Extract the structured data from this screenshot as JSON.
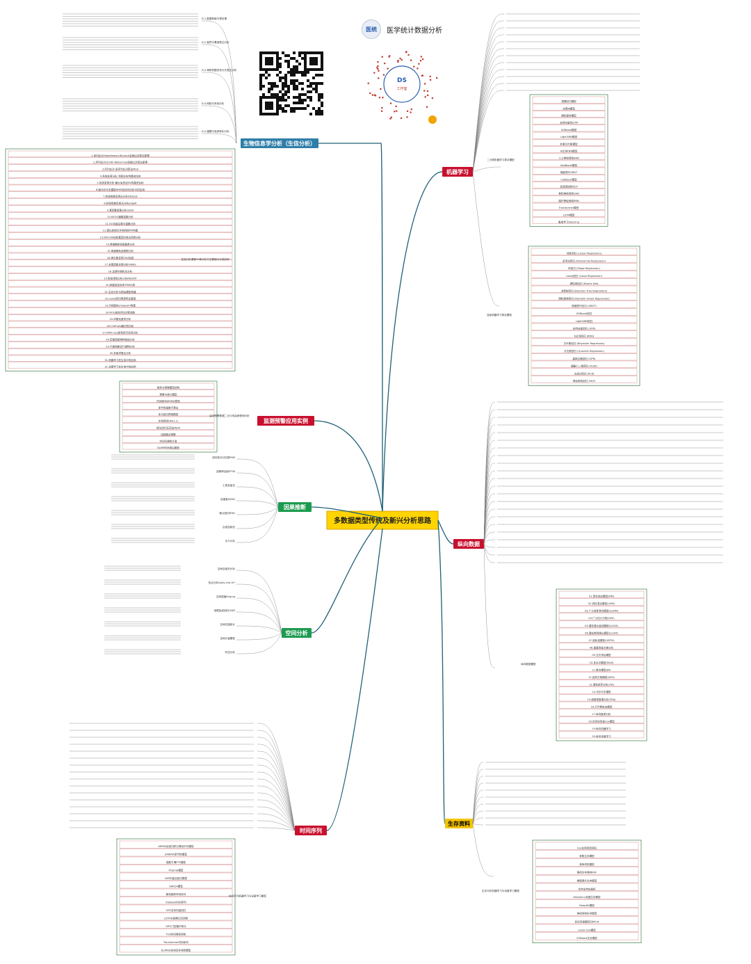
{
  "header": {
    "logo_text": "医统",
    "title": "医学统计数据分析"
  },
  "center": {
    "label": "多数据类型传统及新兴分析思路"
  },
  "branches": [
    {
      "id": "bio",
      "label": "生物信息学分析（生信分析）",
      "color": "#2e7ea8",
      "text_color": "#ffffff"
    },
    {
      "id": "ml",
      "label": "机器学习",
      "color": "#c8102e",
      "text_color": "#ffffff"
    },
    {
      "id": "monitor",
      "label": "监测预警应用实例",
      "color": "#c8102e",
      "text_color": "#ffffff"
    },
    {
      "id": "causal",
      "label": "因果推断",
      "color": "#1c9b4f",
      "text_color": "#ffffff"
    },
    {
      "id": "spatial",
      "label": "空间分析",
      "color": "#1c9b4f",
      "text_color": "#ffffff"
    },
    {
      "id": "timeseries",
      "label": "时间序列",
      "color": "#c8102e",
      "text_color": "#ffffff"
    },
    {
      "id": "longitudinal",
      "label": "纵向数据",
      "color": "#c8102e",
      "text_color": "#ffffff"
    },
    {
      "id": "survival",
      "label": "生存资料",
      "color": "#f5c400",
      "text_color": "#000000"
    }
  ],
  "bio_groups": [
    {
      "label": "D.1.数据获取与预处理"
    },
    {
      "label": "D.2.差异与基因表达分析"
    },
    {
      "label": "D.3.单核苷酸多态与共表达分析"
    },
    {
      "label": "D.4.网络与系统分析"
    },
    {
      "label": "D.5.建模与临床转化分析"
    }
  ],
  "bio_box": {
    "title": "生信分析课程32种分析方法基础与示范实例",
    "items": [
      "1.序列比对:Needleman-Wunsch全局比对算法原理",
      "2.序列比对:Smith-Waterman局部比对算法原理",
      "3.序列比对:多序列比对算法MSA",
      "4.系统发育分析:邻接法NJ构建进化树",
      "5.系统发育分析:最大似然法ML构建进化树",
      "6.隐马尔可夫模型HMM在序列分析中的应用",
      "7.转录组差异表达分析DESeq2",
      "8.转录组差异表达分析edgeR",
      "9.基因集富集分析GSEA",
      "10.KEGG通路富集分析",
      "11.GO功能注释与富集分析",
      "12.蛋白质相互作用网络PPI构建",
      "13.WGCNA加权基因共表达网络分析",
      "14.单细胞转录组聚类分析",
      "15.单细胞轨迹推断分析",
      "16.拷贝数变异CNV检测",
      "17.全基因组关联分析GWAS",
      "18.孟德尔随机化分析",
      "19.免疫浸润分析CIBERSORT",
      "20.肿瘤突变负荷TMB计算",
      "21.生存分析与预后模型构建",
      "22.Lasso回归筛选特征基因",
      "23.列线图Nomogram构建",
      "24.ROC曲线评估诊断效能",
      "25.甲基化差异分析",
      "26.ChIP-seq峰识别分析",
      "27.ATAC-seq染色质可及性分析",
      "28.宏基因组物种组成分析",
      "29.代谢组差异代谢物分析",
      "30.多组学整合分析",
      "31.机器学习在生信中的应用",
      "32.深度学习在生信中的应用"
    ]
  },
  "monitor_box": {
    "title": "监测预警数据二元与传染病预测分析",
    "items": [
      "报告与预警模型结构",
      "预警与统计模型",
      "时间序列ARIMA预测",
      "季节性指数平滑法",
      "多元回归预测模型",
      "灰色预测GM(1,1)",
      "移动流行区间法MEM",
      "控制图法预警",
      "空间扫描统计量",
      "DLNM时间滞后模型"
    ]
  },
  "ml_box1": {
    "title": "二分类机器学习算法模型",
    "items": [
      "逻辑回归模型",
      "决策树模型",
      "随机森林模型",
      "支持向量机SVM",
      "XGBoost模型",
      "LightGBM模型",
      "朴素贝叶斯模型",
      "K近邻KNN模型",
      "人工神经网络ANN",
      "AdaBoost模型",
      "梯度提升GBDT",
      "CatBoost模型",
      "多层感知机MLP",
      "卷积神经网络CNN",
      "循环神经网络RNN",
      "Transformer模型",
      "LSTM模型",
      "集成学习Stacking"
    ]
  },
  "ml_box2": {
    "title": "连续机器学习算法模型",
    "items": [
      "线性回归 (Linear Regression)",
      "多项式回归 (Polynomial Regression)",
      "岭回归 (Ridge Regression)",
      "Lasso回归 (Lasso Regression)",
      "弹性网回归 (Elastic Net)",
      "决策树回归 (Decision Tree Regression)",
      "随机森林回归 (Random Forest Regression)",
      "梯度提升回归 (GBDT)",
      "XGBoost回归",
      "LightGBM回归",
      "支持向量回归 (SVR)",
      "K近邻回归 (KNN)",
      "贝叶斯回归 (Bayesian Regression)",
      "分位数回归 (Quantile Regression)",
      "高斯过程回归 (GPR)",
      "偏最小二乘回归 (PLSR)",
      "主成分回归 (PCR)",
      "神经网络回归 (MLP)"
    ]
  },
  "long_box": {
    "title": "纵向数据模型",
    "items": [
      "01.混合效应模型(MM)",
      "02.线性混合模型(LMM)",
      "03.广义线性混合模型(GLMM)",
      "04.广义估计方程(GEE)",
      "05.潜在增长曲线模型(LGCM)",
      "06.潜在类别增长模型(LCGM)",
      "07.组轨迹模型(GBTM)",
      "08.重复测量方差分析",
      "09.交叉滞后模型",
      "10.多水平模型(MLM)",
      "11.联合模型(JM)",
      "12.结构方程模型(SEM)",
      "13.潜在转变分析(LTA)",
      "14.马尔可夫模型",
      "15.函数型数据分析(FDA)",
      "16.贝叶斯纵向模型",
      "17.纵向聚类分析",
      "18.时变协变量Cox模型",
      "19.纵向机器学习",
      "20.纵向深度学习"
    ]
  },
  "ts_box": {
    "title": "时间序列机器学习与深度学习模型",
    "items": [
      "ARIMA自回归积分滑动平均模型",
      "SARIMA季节性模型",
      "指数平滑ETS模型",
      "Prophet模型",
      "VAR向量自回归模型",
      "GARCH模型",
      "随机森林时间序列",
      "XGBoost时间序列",
      "SVR支持向量回归",
      "LSTM长短期记忆网络",
      "GRU门控循环单元",
      "TCN时间卷积网络",
      "Transformer时间序列",
      "DLNM分布滞后非线性模型"
    ]
  },
  "surv_box": {
    "title": "生存分析机器学习与深度学习模型",
    "items": [
      "Cox比例风险回归",
      "参数生存模型",
      "竞争风险模型",
      "随机生存森林RSF",
      "梯度提升生存模型",
      "生存支持向量机",
      "DeepSurv深度生存模型",
      "DeepHit模型",
      "神经网络生存模型",
      "多任务逻辑回归MTLR",
      "Lasso-Cox模型",
      "XGBoost生存模型"
    ]
  },
  "spatial_items": [
    "空间自相关分析",
    "热点分析Getis-Ord Gi*",
    "空间插值Kriging",
    "地理加权回归GWR",
    "空间扫描统计",
    "空间计量模型",
    "时空分析"
  ],
  "causal_items": [
    "倾向性评分匹配PSM",
    "逆概率加权IPTW",
    "工具变量法",
    "双重差分DID",
    "断点回归RDD",
    "合成控制法",
    "中介分析"
  ]
}
